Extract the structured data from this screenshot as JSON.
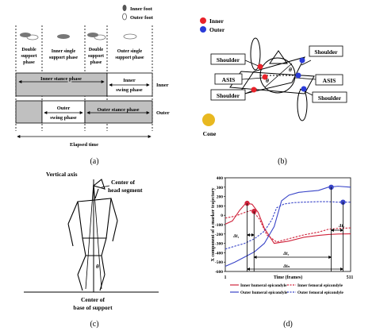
{
  "panel_a": {
    "caption": "(a)",
    "legend": {
      "inner": "Inner foot",
      "outer": "Outer foot"
    },
    "phases": [
      {
        "line1": "Double",
        "line2": "support",
        "line3": "phase"
      },
      {
        "line1": "Inner single",
        "line2": "support phase",
        "line3": ""
      },
      {
        "line1": "Double",
        "line2": "support",
        "line3": "phase"
      },
      {
        "line1": "Outer single",
        "line2": "support phase",
        "line3": ""
      }
    ],
    "inner_stance": "Inner stance phase",
    "inner_swing_1": "Inner",
    "inner_swing_2": "swing phase",
    "outer_swing_1": "Outer",
    "outer_swing_2": "swing phase",
    "outer_stance": "Outer stance phase",
    "row_inner": "Inner",
    "row_outer": "Outer",
    "elapsed": "Elapsed time"
  },
  "panel_b": {
    "caption": "(b)",
    "legend": {
      "inner": "Inner",
      "outer": "Outer"
    },
    "shoulder_tl": "Shoulder",
    "shoulder_tr": "Shoulder",
    "asis_l": "ASIS",
    "asis_r": "ASIS",
    "shoulder_bl": "Shoulder",
    "shoulder_br": "Shoulder",
    "theta_top": "θ",
    "theta_bottom": "θ",
    "cone": "Cone",
    "colors": {
      "inner": "#e8222a",
      "outer": "#2a3bd8",
      "cone": "#e8b820"
    }
  },
  "panel_c": {
    "caption": "(c)",
    "vertical_axis": "Vertical axis",
    "head_1": "Center of",
    "head_2": "head segment",
    "theta": "θ",
    "base_1": "Center of",
    "base_2": "base of support"
  },
  "panel_d": {
    "caption": "(d)",
    "ylabel": "X component of a marker trajectory",
    "xlabel": "Time (frames)",
    "x_start": "1",
    "x_end": "511",
    "yticks": [
      "400",
      "300",
      "200",
      "100",
      "0",
      "-100",
      "-200",
      "-300",
      "-400",
      "-500",
      "-600"
    ],
    "dt1": "Δt₁",
    "dt2": "Δt₂",
    "dt3": "Δt₃",
    "dtn": "Δtₙ",
    "legend": [
      "Inner humeral epicondyle",
      "Inner femoral epicondyle",
      "Outer humeral epicondyle",
      "Outer femoral epicondyle"
    ],
    "colors": {
      "inner": "#d0243c",
      "outer": "#3844c8"
    }
  },
  "chart_data": {
    "type": "line",
    "title": "",
    "xlabel": "Time (frames)",
    "ylabel": "X component of a marker trajectory",
    "xlim": [
      1,
      511
    ],
    "ylim": [
      -600,
      400
    ],
    "series": [
      {
        "name": "Inner humeral epicondyle",
        "style": "solid",
        "color": "#d0243c",
        "x": [
          1,
          30,
          60,
          85,
          110,
          135,
          160,
          200,
          260,
          320,
          380,
          420,
          460,
          511
        ],
        "y": [
          -95,
          -60,
          55,
          130,
          118,
          30,
          -140,
          -300,
          -275,
          -235,
          -215,
          -205,
          -200,
          -198
        ]
      },
      {
        "name": "Inner femoral epicondyle",
        "style": "dashed",
        "color": "#d0243c",
        "x": [
          1,
          40,
          80,
          110,
          140,
          170,
          210,
          260,
          320,
          380,
          420,
          460,
          511
        ],
        "y": [
          -30,
          -10,
          30,
          55,
          -40,
          -210,
          -285,
          -250,
          -210,
          -180,
          -150,
          -140,
          -135
        ]
      },
      {
        "name": "Outer humeral epicondyle",
        "style": "solid",
        "color": "#3844c8",
        "x": [
          1,
          40,
          80,
          120,
          160,
          200,
          230,
          260,
          300,
          340,
          380,
          420,
          460,
          511
        ],
        "y": [
          -545,
          -500,
          -445,
          -390,
          -300,
          -120,
          155,
          215,
          245,
          255,
          265,
          300,
          310,
          300
        ]
      },
      {
        "name": "Outer femoral epicondyle",
        "style": "dashed",
        "color": "#3844c8",
        "x": [
          1,
          40,
          80,
          120,
          160,
          190,
          210,
          240,
          280,
          320,
          380,
          420,
          460,
          511
        ],
        "y": [
          -360,
          -330,
          -300,
          -250,
          -170,
          -50,
          80,
          120,
          135,
          140,
          145,
          145,
          140,
          140
        ]
      }
    ],
    "markers": [
      {
        "series": "Inner humeral epicondyle",
        "x": 90,
        "y": 128
      },
      {
        "series": "Inner femoral epicondyle",
        "x": 118,
        "y": 42
      },
      {
        "series": "Outer humeral epicondyle",
        "x": 432,
        "y": 300
      },
      {
        "series": "Outer femoral epicondyle",
        "x": 480,
        "y": 140
      }
    ]
  }
}
